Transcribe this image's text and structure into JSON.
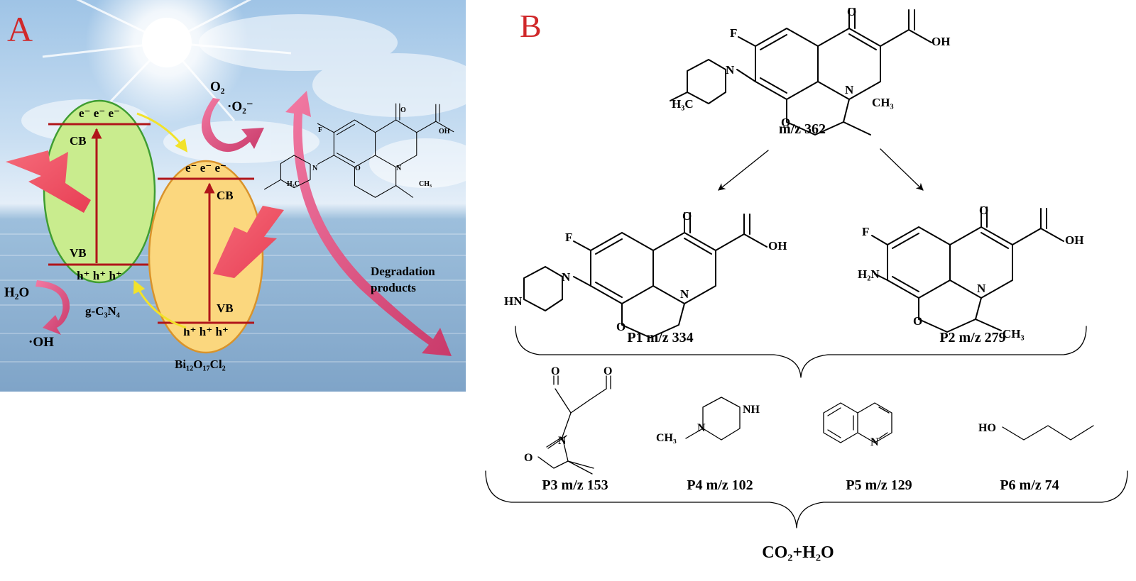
{
  "panel_a": {
    "label": "A",
    "electrons": "e⁻ e⁻ e⁻",
    "holes": "h⁺ h⁺ h⁺",
    "cb": "CB",
    "vb": "VB",
    "o2": "O₂",
    "superoxide": "·O₂⁻",
    "h2o": "H₂O",
    "hydroxyl": "·OH",
    "gcn_label": "g-C₃N₄",
    "bioc_label": "Bi₁₂O₁₇Cl₂",
    "degradation_line1": "Degradation",
    "degradation_line2": "products",
    "mol": {
      "f": "F",
      "o": "O",
      "oh": "OH",
      "n": "N",
      "h3c": "H₃C",
      "ch3": "CH₃"
    }
  },
  "panel_b": {
    "label": "B",
    "parent_mz": "m/z 362",
    "p1": "P1 m/z 334",
    "p2": "P2 m/z 279",
    "p3": "P3 m/z 153",
    "p4": "P4 m/z 102",
    "p5": "P5 m/z 129",
    "p6": "P6 m/z 74",
    "final": "CO₂+H₂O",
    "atoms": {
      "f": "F",
      "o": "O",
      "oh": "OH",
      "n": "N",
      "nh": "NH",
      "hn": "HN",
      "h3c": "H₃C",
      "ch3": "CH₃",
      "h2n": "H₂N",
      "ho": "HO"
    }
  },
  "colors": {
    "label_red": "#d0282a",
    "gcn_fill": "#c9ec8e",
    "gcn_stroke": "#3f9d32",
    "bioc_fill": "#fbd77e",
    "bioc_stroke": "#d9932b",
    "band_line": "#b0151a",
    "transfer_arrow": "#f2e22a",
    "pink_arrow": "#d8507b"
  }
}
